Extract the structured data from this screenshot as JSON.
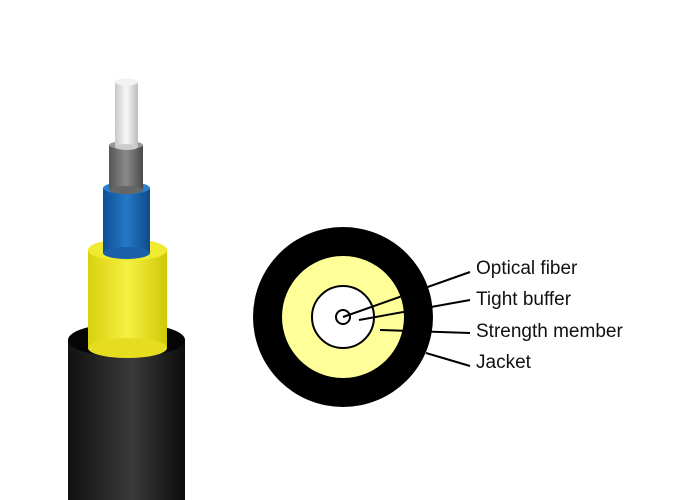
{
  "labels": {
    "optical_fiber": "Optical fiber",
    "tight_buffer": "Tight buffer",
    "strength_member": "Strength member",
    "jacket": "Jacket"
  },
  "colors": {
    "jacket": "#000000",
    "strength_member": "#ffff99",
    "tight_buffer": "#ffffff",
    "cable_yellow": "#e8e020",
    "cable_blue": "#1a66b0",
    "cable_gray": "#707070",
    "cable_fiber": "#e8e8e8"
  }
}
